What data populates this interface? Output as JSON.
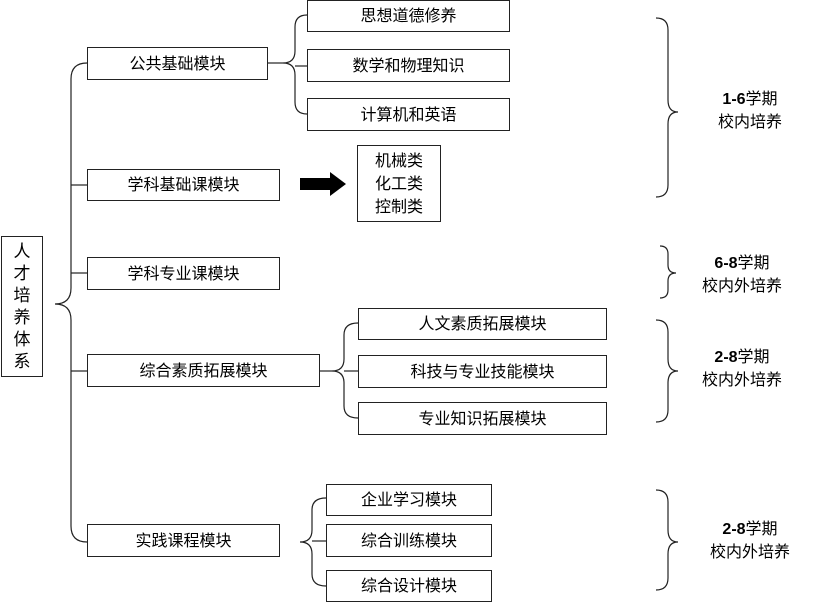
{
  "root": {
    "chars": [
      "人",
      "才",
      "培",
      "养",
      "体",
      "系"
    ]
  },
  "modules": {
    "public": "公共基础模块",
    "subject_basic": "学科基础课模块",
    "subject_major": "学科专业课模块",
    "quality": "综合素质拓展模块",
    "practice": "实践课程模块"
  },
  "public_items": [
    "思想道德修养",
    "数学和物理知识",
    "计算机和英语"
  ],
  "subject_basic_items": [
    "机械类",
    "化工类",
    "控制类"
  ],
  "quality_items": [
    "人文素质拓展模块",
    "科技与专业技能模块",
    "专业知识拓展模块"
  ],
  "practice_items": [
    "企业学习模块",
    "综合训练模块",
    "综合设计模块"
  ],
  "terms": [
    {
      "range": "1-6",
      "unit": "学期",
      "place": "校内培养"
    },
    {
      "range": "6-8",
      "unit": "学期",
      "place": "校内外培养"
    },
    {
      "range": "2-8",
      "unit": "学期",
      "place": "校内外培养"
    },
    {
      "range": "2-8",
      "unit": "学期",
      "place": "校内外培养"
    }
  ],
  "colors": {
    "line": "#222222",
    "arrow": "#000000"
  }
}
